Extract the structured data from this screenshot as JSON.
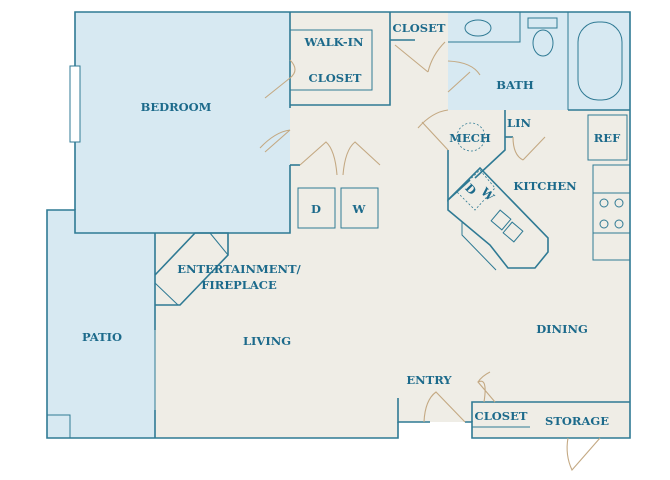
{
  "colors": {
    "wet": "#d7e9f2",
    "floor": "#efede6",
    "wall": "#2f7a94",
    "text": "#1c6a8b",
    "door": "#c4a983"
  },
  "rooms": {
    "bedroom": "BEDROOM",
    "walkin_1": "WALK-IN",
    "walkin_2": "CLOSET",
    "closet_top": "CLOSET",
    "bath": "BATH",
    "mech": "MECH",
    "lin": "LIN",
    "ref": "REF",
    "kitchen": "KITCHEN",
    "dryer": "D",
    "washer": "W",
    "dw_d": "D",
    "dw_w": "W",
    "entertainment_1": "ENTERTAINMENT/",
    "entertainment_2": "FIREPLACE",
    "patio": "PATIO",
    "living": "LIVING",
    "dining": "DINING",
    "entry": "ENTRY",
    "closet_entry": "CLOSET",
    "storage": "STORAGE"
  }
}
